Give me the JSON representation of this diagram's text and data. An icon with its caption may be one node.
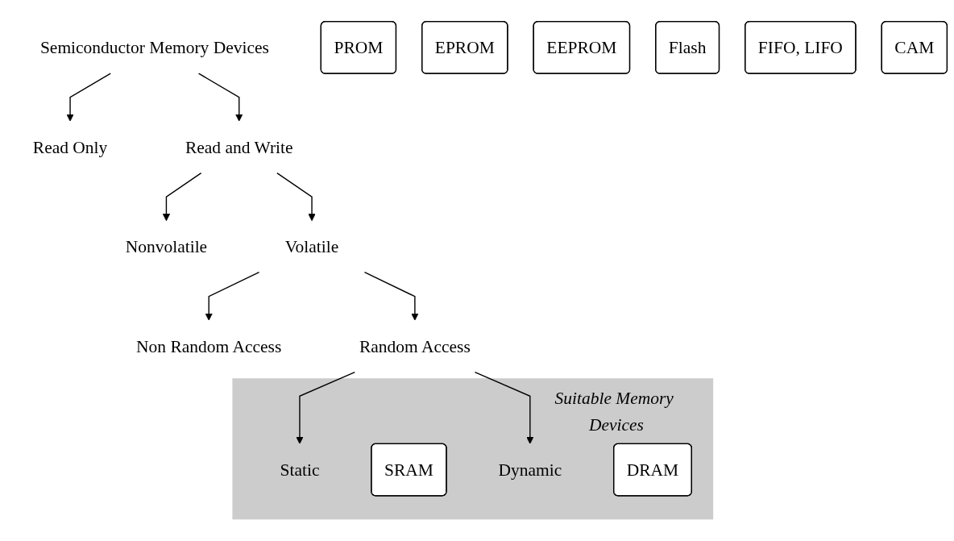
{
  "diagram": {
    "nodes": [
      {
        "text": [
          "Semiconductor Memory Devices"
        ]
      },
      {
        "text": [
          "Read Only"
        ]
      },
      {
        "text": [
          "PROM"
        ]
      },
      {
        "text": [
          "EPROM"
        ]
      },
      {
        "text": [
          "Read and Write"
        ]
      },
      {
        "text": [
          "Nonvolatile"
        ]
      },
      {
        "text": [
          "EEPROM"
        ]
      },
      {
        "text": [
          "Flash"
        ]
      },
      {
        "text": [
          "Volatile"
        ]
      },
      {
        "text": [
          "Non Random Access"
        ]
      },
      {
        "text": [
          "FIFO, LIFO"
        ]
      },
      {
        "text": [
          "CAM"
        ]
      },
      {
        "text": [
          "Random Access"
        ]
      },
      {
        "text": [
          "Suitable Memory Devices"
        ]
      },
      {
        "text": [
          "Static"
        ],
        "in": 13
      },
      {
        "text": [
          "SRAM"
        ],
        "in": 13
      },
      {
        "text": [
          "Dynamic"
        ],
        "in": 13
      },
      {
        "text": [
          "DRAM"
        ],
        "in": 13
      }
    ],
    "edges": [
      {
        "from": 0,
        "to": 1,
        "arrow": "to"
      },
      {
        "from": 0,
        "to": 4,
        "arrow": "to"
      },
      {
        "from": 4,
        "to": 5,
        "arrow": "to"
      },
      {
        "from": 4,
        "to": 8,
        "arrow": "to"
      },
      {
        "from": 8,
        "to": 9,
        "arrow": "to"
      },
      {
        "from": 8,
        "to": 12,
        "arrow": "to"
      },
      {
        "from": 12,
        "to": 14,
        "arrow": "to"
      },
      {
        "from": 12,
        "to": 16,
        "arrow": "to"
      }
    ]
  }
}
